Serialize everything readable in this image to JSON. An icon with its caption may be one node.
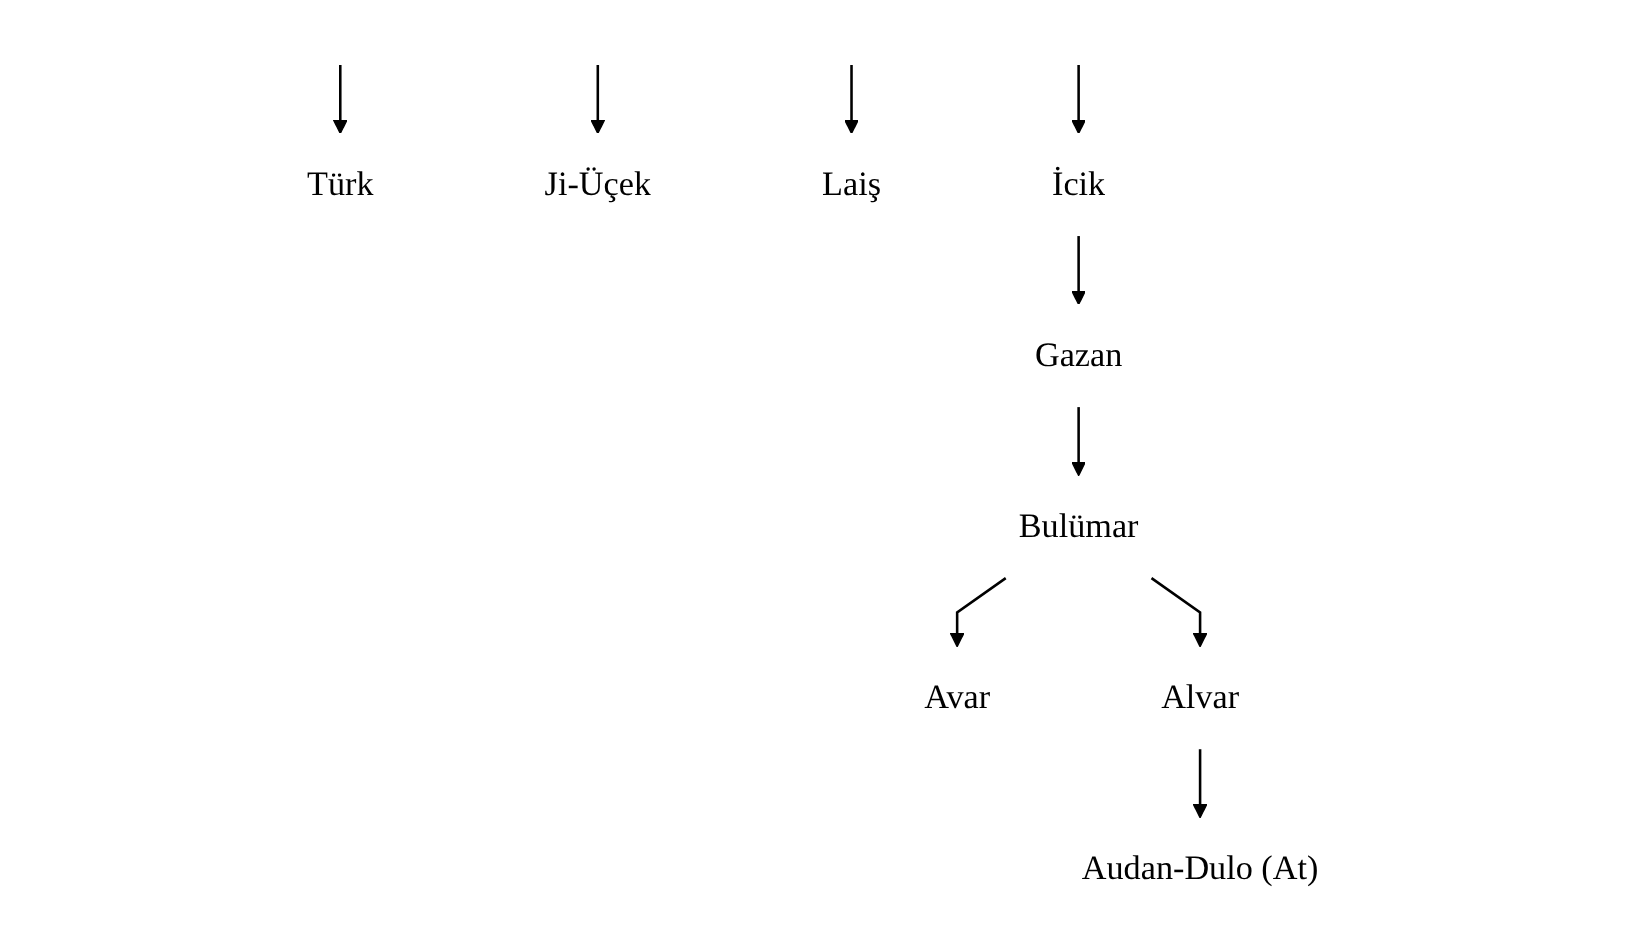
{
  "diagram": {
    "nodes": [
      {
        "text": [
          "Türk"
        ]
      },
      {
        "text": [
          "Ji-Üçek"
        ]
      },
      {
        "text": [
          "Laiş"
        ]
      },
      {
        "text": [
          "İcik"
        ]
      },
      {
        "text": [
          "Gazan"
        ]
      },
      {
        "text": [
          "Bulümar"
        ]
      },
      {
        "text": [
          "Avar"
        ]
      },
      {
        "text": [
          "Alvar"
        ]
      },
      {
        "text": [
          "Audan-Dulo (At)"
        ]
      }
    ],
    "edges": [
      {
        "from": null,
        "to": 0,
        "arrow": "to"
      },
      {
        "from": null,
        "to": 1,
        "arrow": "to"
      },
      {
        "from": null,
        "to": 2,
        "arrow": "to"
      },
      {
        "from": null,
        "to": 3,
        "arrow": "to"
      },
      {
        "from": 3,
        "to": 4,
        "arrow": "to"
      },
      {
        "from": 4,
        "to": 5,
        "arrow": "to"
      },
      {
        "from": 5,
        "to": 6,
        "arrow": "to"
      },
      {
        "from": 5,
        "to": 7,
        "arrow": "to"
      },
      {
        "from": 7,
        "to": 8,
        "arrow": "to"
      }
    ]
  }
}
